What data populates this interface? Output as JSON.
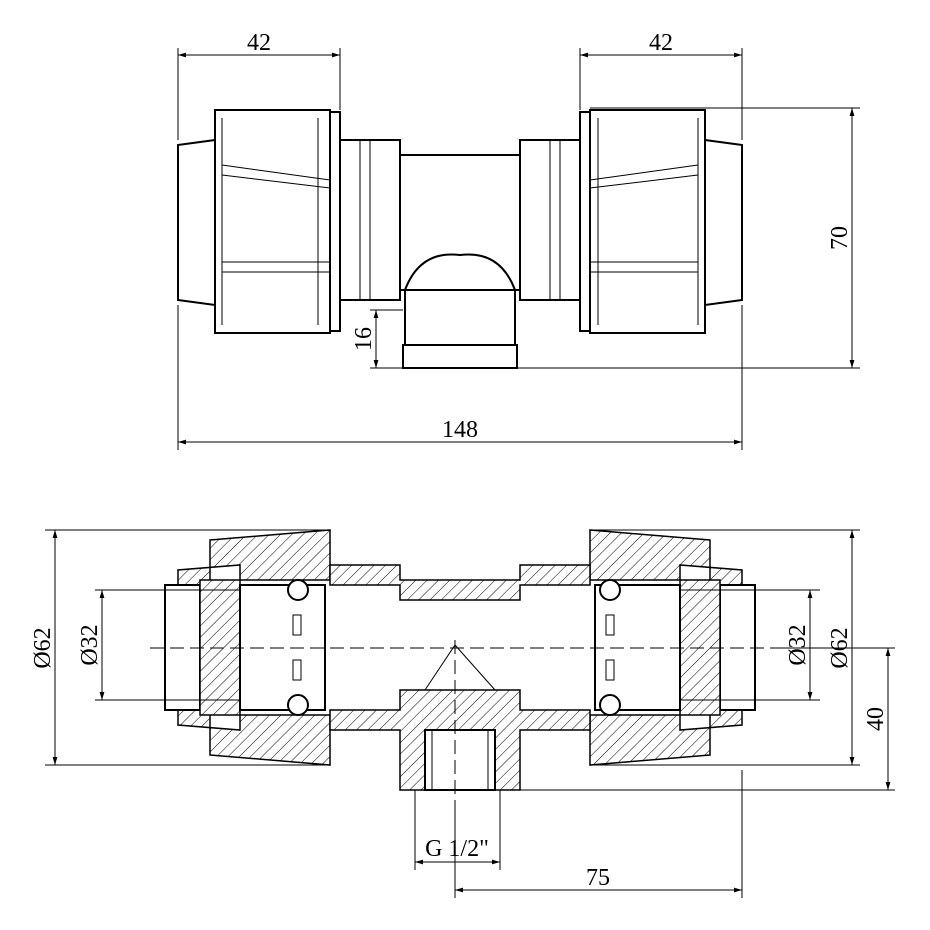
{
  "top_view": {
    "dim_left_width": "42",
    "dim_right_width": "42",
    "dim_height": "70",
    "dim_branch": "16",
    "dim_total_length": "148"
  },
  "section_view": {
    "dim_outer_left": "Ø62",
    "dim_inner_left": "Ø32",
    "dim_inner_right": "Ø32",
    "dim_outer_right": "Ø62",
    "dim_branch_height": "40",
    "dim_thread": "G 1/2\"",
    "dim_half_length": "75"
  }
}
